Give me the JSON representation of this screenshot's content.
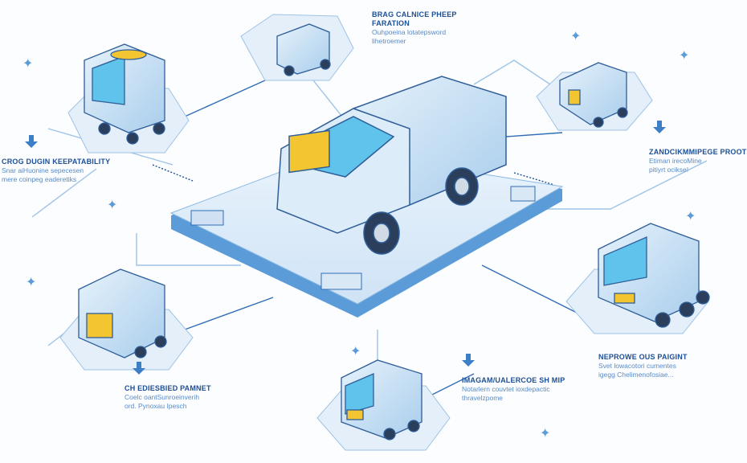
{
  "labels": [
    {
      "id": "top",
      "title": [
        "BRAG CALNICE PHEEP",
        "FARATION"
      ],
      "desc": [
        "Ouhpoeina lotatepsword",
        "lihetroemer"
      ]
    },
    {
      "id": "left",
      "title": [
        "CROG DUGIN KEEPATABILITY"
      ],
      "desc": [
        "Snar aiHuonine sepecesen",
        "mere coinpeg eaderetiks"
      ]
    },
    {
      "id": "right-top",
      "title": [
        "ZANDCIKMMIPEGE PROOTS"
      ],
      "desc": [
        "Etiman irecoMine",
        "pitiyrt ocikse!"
      ]
    },
    {
      "id": "right",
      "title": [
        "NEPROWE OUS PAIGINT"
      ],
      "desc": [
        "Svet lowacotori cumentes",
        "igegg Chelimenofosiae..."
      ]
    },
    {
      "id": "bottom-left",
      "title": [
        "CH EDIESBIED PAMNET"
      ],
      "desc": [
        "Coelc oantSunroeinverih",
        "ord. Pynoxau Ipesch"
      ]
    },
    {
      "id": "bottom-center",
      "title": [
        "IMAGAM/UALERCOE SH MIP"
      ],
      "desc": [
        "Notarlern couvtet ioxdepactic",
        "thravelzpome"
      ]
    }
  ],
  "colors": {
    "accent": "#1d4f95",
    "line": "#2f6db5",
    "platform": "#7fb2e2",
    "vehicle": "#cfe6f7",
    "highlight": "#f2c531"
  },
  "icons": [
    "sparkle-icon",
    "download-arrow-icon",
    "truck-icon",
    "vehicle-icon"
  ]
}
